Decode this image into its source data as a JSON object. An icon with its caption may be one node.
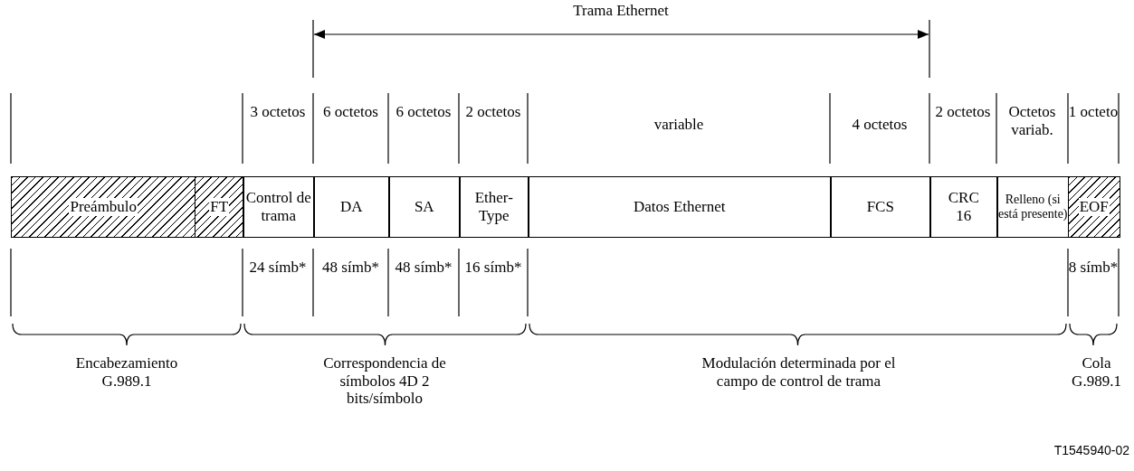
{
  "diagram": {
    "nodes": [
      {
        "text": [
          "Preámbulo"
        ]
      },
      {
        "text": [
          "FT"
        ]
      },
      {
        "text": [
          "Control de trama"
        ]
      },
      {
        "text": [
          "DA"
        ]
      },
      {
        "text": [
          "SA"
        ]
      },
      {
        "text": [
          "Ether-Type"
        ]
      },
      {
        "text": [
          "Datos Ethernet"
        ]
      },
      {
        "text": [
          "FCS"
        ]
      },
      {
        "text": [
          "CRC 16"
        ]
      },
      {
        "text": [
          "Relleno (si está presente)"
        ]
      },
      {
        "text": [
          "EOF"
        ]
      }
    ],
    "edges": [],
    "labels": [
      "Trama Ethernet",
      "3 octetos",
      "6 octetos",
      "6 octetos",
      "2 octetos",
      "variable",
      "4 octetos",
      "2 octetos",
      "Octetos variab.",
      "1 octeto",
      "24 símb*",
      "48 símb*",
      "48 símb*",
      "16 símb*",
      "8 símb*",
      "Encabezamiento G.989.1",
      "Correspondencia de símbolos 4D 2 bits/símbolo",
      "Modulación determinada por el campo de control de trama",
      "Cola G.989.1",
      "T1545940-02"
    ]
  }
}
